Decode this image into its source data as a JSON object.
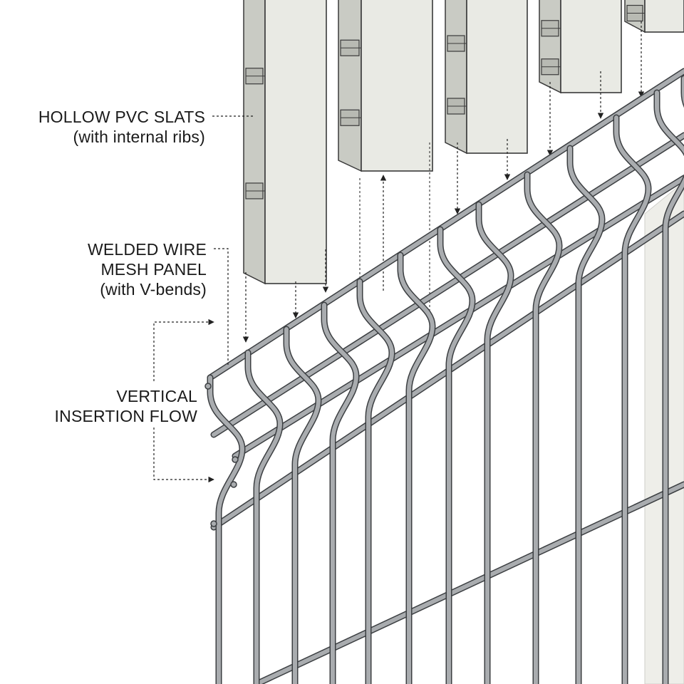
{
  "labels": {
    "slats": {
      "line1": "HOLLOW PVC SLATS",
      "line2": "(with internal ribs)"
    },
    "mesh": {
      "line1": "WELDED WIRE",
      "line2": "MESH PANEL",
      "line3": "(with V-bends)"
    },
    "flow": {
      "line1": "VERTICAL",
      "line2": "INSERTION FLOW"
    }
  },
  "colors": {
    "background": "#ffffff",
    "slat_face": "#e9eae4",
    "slat_edge": "#c9cbc4",
    "slat_rib": "#b8bab3",
    "slat_outline": "#3a3a3a",
    "wire_fill": "#a9acaf",
    "wire_outline": "#3c3f42",
    "backing_panel": "#eeeee9",
    "leader_line": "#222222"
  },
  "icons": {
    "arrow_down": "arrow-down-icon",
    "arrow_up": "arrow-up-icon",
    "arrow_right": "arrow-right-icon"
  }
}
